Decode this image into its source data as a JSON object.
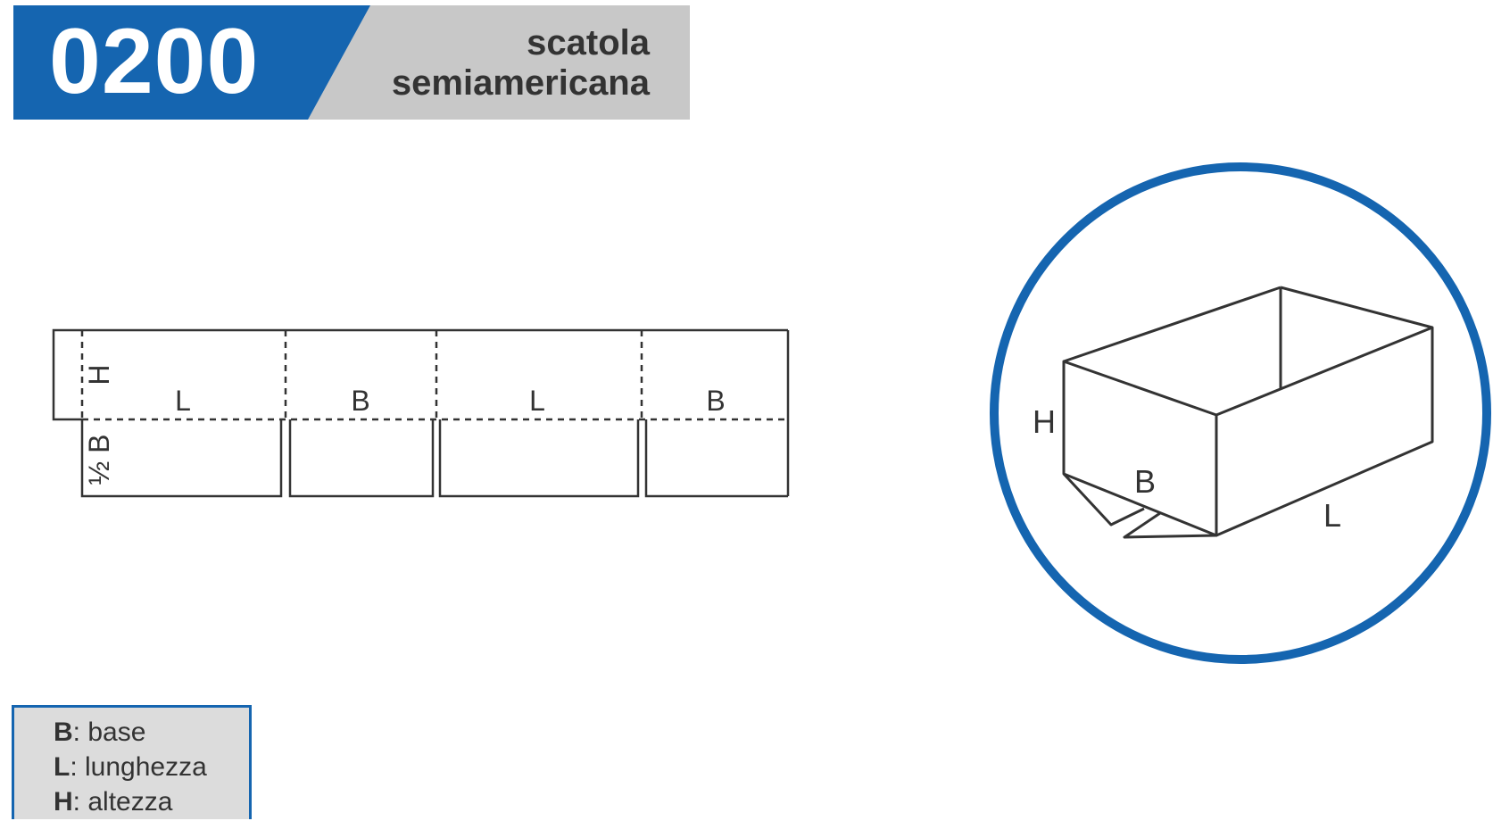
{
  "header": {
    "code": "0200",
    "title_line1": "scatola",
    "title_line2": "semiamericana"
  },
  "colors": {
    "brand_blue": "#1565b0",
    "header_grey": "#c8c8c8",
    "line": "#333333",
    "legend_bg": "#dcdcdc"
  },
  "flat_layout": {
    "flap_label_h": "H",
    "flap_label_half_b": "½ B",
    "panels": [
      "L",
      "B",
      "L",
      "B"
    ]
  },
  "box_3d": {
    "label_h": "H",
    "label_b": "B",
    "label_l": "L"
  },
  "legend": [
    {
      "key": "B",
      "desc": ": base"
    },
    {
      "key": "L",
      "desc": ": lunghezza"
    },
    {
      "key": "H",
      "desc": ": altezza"
    }
  ]
}
